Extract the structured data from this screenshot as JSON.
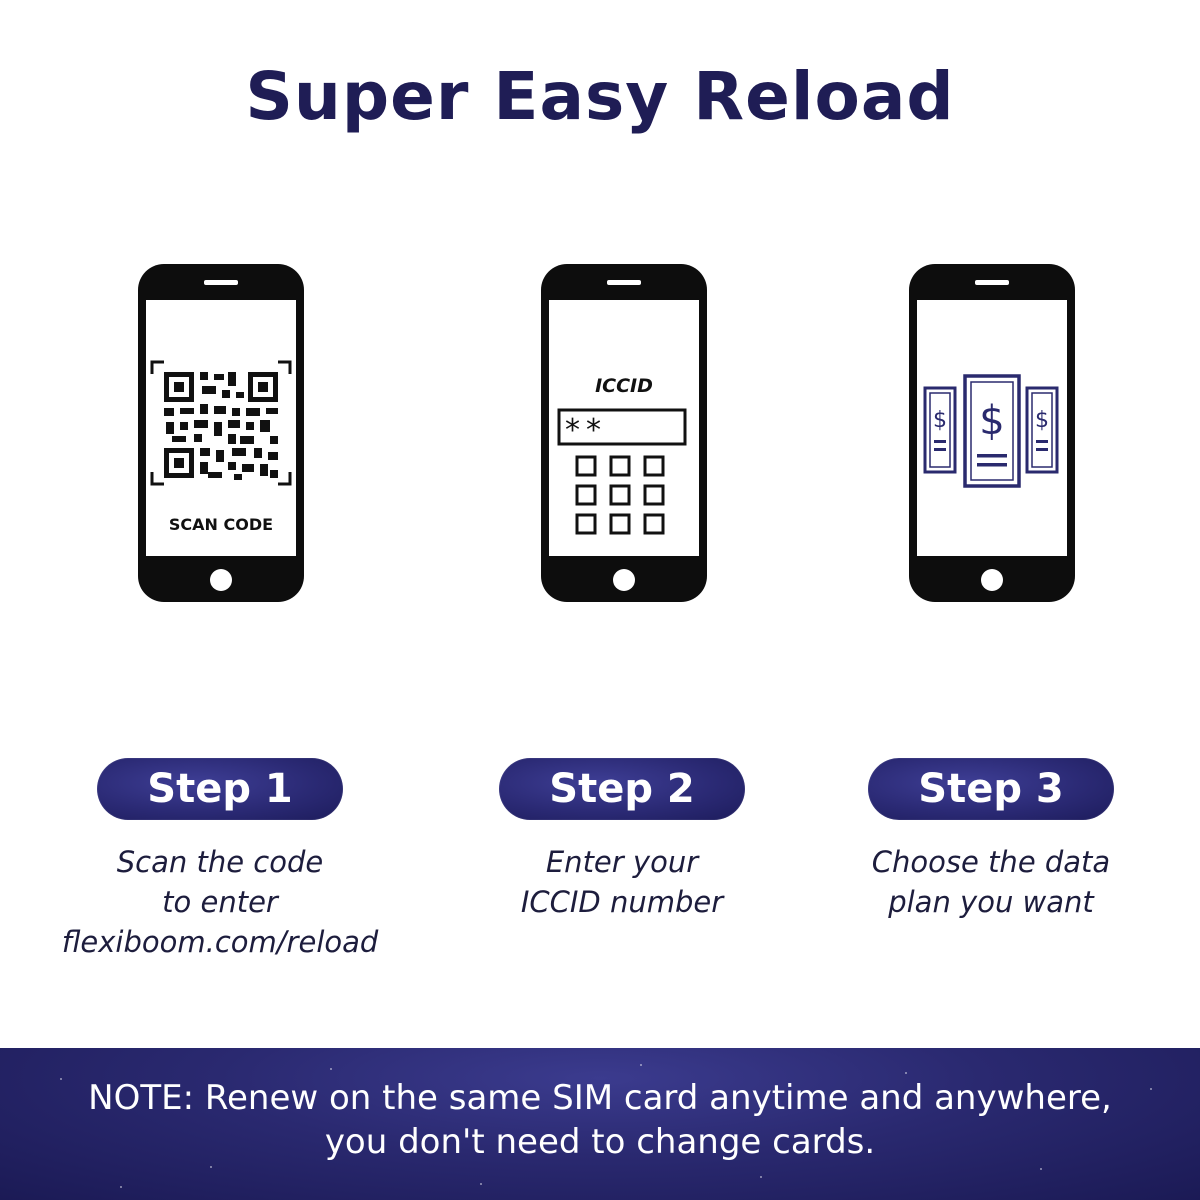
{
  "header": {
    "title": "Super Easy Reload"
  },
  "phones": {
    "phone1": {
      "screen_label": "SCAN CODE"
    },
    "phone2": {
      "screen_label": "ICCID",
      "field_value": "**"
    },
    "phone3": {
      "currency_symbol": "$"
    }
  },
  "steps": [
    {
      "label": "Step 1",
      "description": [
        "Scan the code",
        "to enter",
        "flexiboom.com/reload"
      ]
    },
    {
      "label": "Step 2",
      "description": [
        "Enter your",
        "ICCID number"
      ]
    },
    {
      "label": "Step 3",
      "description": [
        "Choose the data",
        "plan you want"
      ]
    }
  ],
  "note": {
    "line1": "NOTE: Renew on the same SIM card anytime and anywhere,",
    "line2": "you don't need to change cards."
  },
  "colors": {
    "navy": "#1f1d55",
    "pill": "#2b2a75",
    "money_icon": "#2a2a6e",
    "text": "#1d1d3d"
  }
}
